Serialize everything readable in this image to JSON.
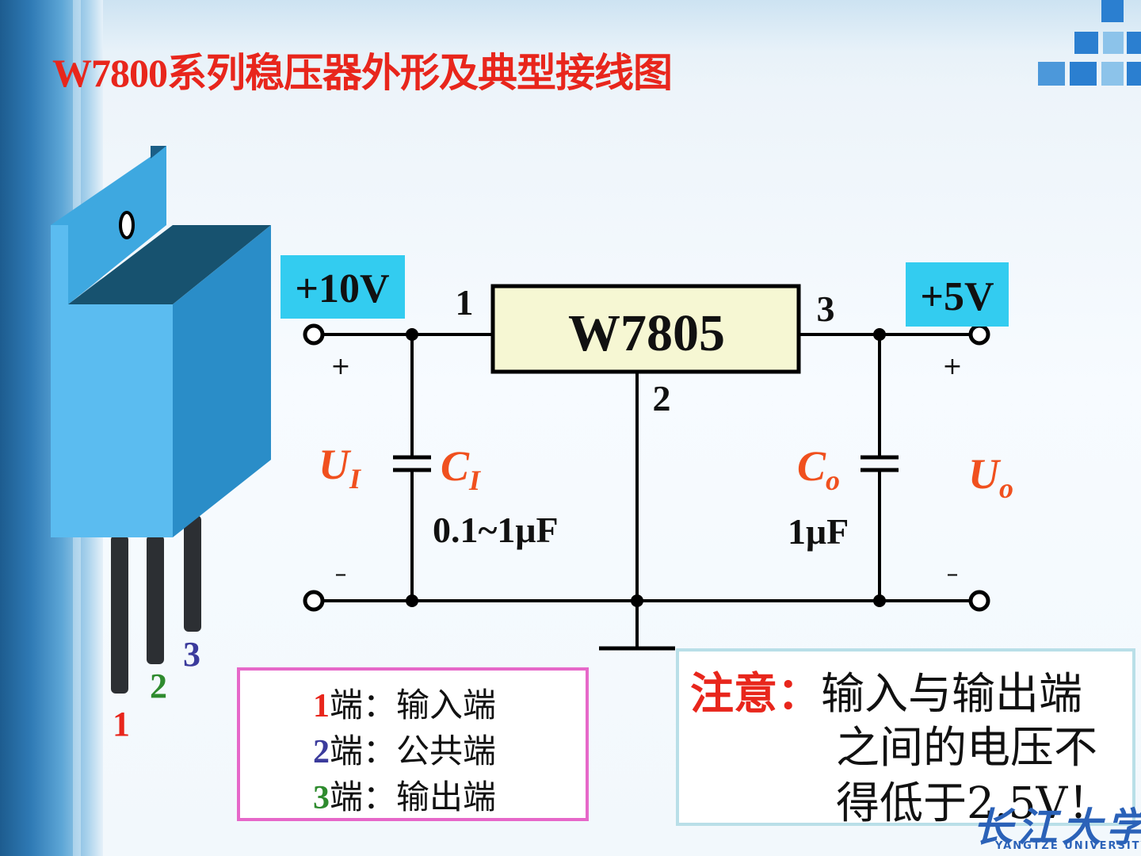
{
  "title": "W7800系列稳压器外形及典型接线图",
  "package": {
    "pin_labels": [
      "1",
      "2",
      "3"
    ]
  },
  "circuit": {
    "regulator_label": "W7805",
    "input_voltage": "+10V",
    "output_voltage": "+5V",
    "pin1": "1",
    "pin2": "2",
    "pin3": "3",
    "plus_sign": "+",
    "minus_sign": "–",
    "ui_main": "U",
    "ui_sub": "I",
    "uo_main": "U",
    "uo_sub": "o",
    "ci_main": "C",
    "ci_sub": "I",
    "co_main": "C",
    "co_sub": "o",
    "ci_value": "0.1~1μF",
    "co_value": "1μF"
  },
  "legend": [
    {
      "num": "1",
      "text": "端：输入端"
    },
    {
      "num": "2",
      "text": "端：公共端"
    },
    {
      "num": "3",
      "text": "端：输出端"
    }
  ],
  "note": {
    "title": "注意：",
    "line1": "输入与输出端",
    "line2": "之间的电压不",
    "line3": "得低于2.5V！"
  },
  "logo": {
    "name": "长江大学",
    "english": "YANGTZE UNIVERSITY"
  },
  "colors": {
    "title_red": "#e8261c",
    "label_orange": "#f0501e",
    "pin1_red": "#e8261c",
    "pin2_green": "#2e8b2e",
    "pin3_blue": "#3b3b9c",
    "voltage_box_cyan": "#33ccf0",
    "regulator_fill": "#f6f7d3",
    "package_blue": "#3ea8e0"
  }
}
